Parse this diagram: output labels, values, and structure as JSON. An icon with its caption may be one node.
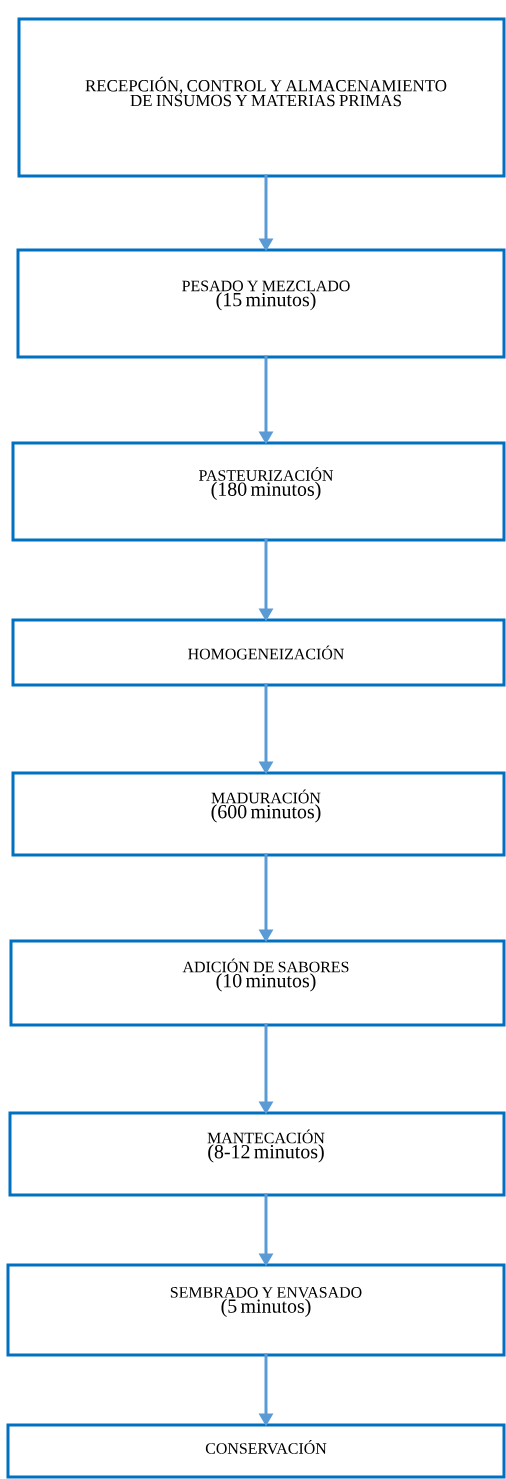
{
  "diagram": {
    "nodes": [
      {
        "text": [
          "RECEPCIÓN, CONTROL Y ALMACENAMIENTO DE INSUMOS Y MATERIAS PRIMAS"
        ]
      },
      {
        "text": [
          "PESADO Y MEZCLADO",
          "(15 minutos)"
        ]
      },
      {
        "text": [
          "PASTEURIZACIÓN",
          "(180 minutos)"
        ]
      },
      {
        "text": [
          "HOMOGENEIZACIÓN"
        ]
      },
      {
        "text": [
          "MADURACIÓN",
          "(600 minutos)"
        ]
      },
      {
        "text": [
          "ADICIÓN DE SABORES",
          "(10 minutos)"
        ]
      },
      {
        "text": [
          "MANTECACIÓN",
          "(8-12 minutos)"
        ]
      },
      {
        "text": [
          "SEMBRADO Y ENVASADO",
          "(5 minutos)"
        ]
      },
      {
        "text": [
          "CONSERVACIÓN"
        ]
      }
    ],
    "edges": [
      {
        "from": 0,
        "to": 1,
        "arrow": "to"
      },
      {
        "from": 1,
        "to": 2,
        "arrow": "to"
      },
      {
        "from": 2,
        "to": 3,
        "arrow": "to"
      },
      {
        "from": 3,
        "to": 4,
        "arrow": "to"
      },
      {
        "from": 4,
        "to": 5,
        "arrow": "to"
      },
      {
        "from": 5,
        "to": 6,
        "arrow": "to"
      },
      {
        "from": 6,
        "to": 7,
        "arrow": "to"
      },
      {
        "from": 7,
        "to": 8,
        "arrow": "to"
      }
    ]
  }
}
